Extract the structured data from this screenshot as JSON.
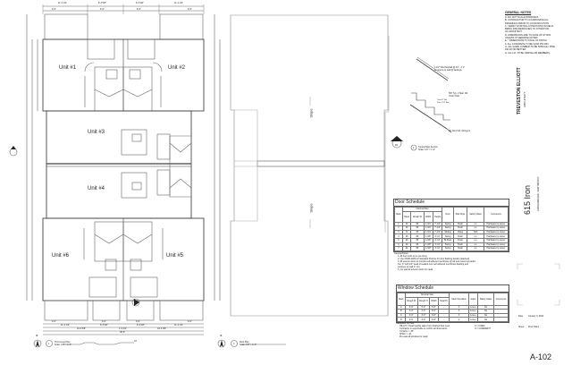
{
  "sheet": {
    "number": "A-102",
    "project_name": "615 Iron",
    "project_location": "ALBUQUERQUE, NEW MEXICO",
    "architect": "TREVESTON ELLIOTT",
    "architect_title": "ARCHITECT",
    "date_label": "Date:",
    "date_value": "January 3, 2022",
    "sheet_label": "Sheet:",
    "sheet_value": "Floor Plans"
  },
  "general_notes": {
    "title": "GENERAL NOTES",
    "items": [
      "A. DO NOT SCALE DRAWINGS",
      "B. CONTRACTOR TO COORDINATE ALL",
      "    DRAWINGS PRIOR TO CONSTRUCTION",
      "C. VERIFY EXISTING CONDITIONS IN FIELD.",
      "    BRING DISCREPANCIES TO ATTENTION",
      "    OF ARCHITECT",
      "D. DIMENSIONS ARE TO FACE OF STUDS",
      "    UNLESS OTHERWISE NOTED",
      "E. * DIMENSIONS TO FACE OF FINISH",
      "F. ALL CONCRETE TO BE 3,000 PSI MIN.",
      "G. ALL SAWN LUMBER TO BE SPRUCE / PINE",
      "    FIR #2 OR BETTER",
      "H. ALL LVL TO BE VERSALAM MEMBERS"
    ]
  },
  "plans": {
    "third_level": {
      "title": "Third Level Plan",
      "scale": "Scale: 1/4\" = 1'-0\"",
      "number": "1",
      "units": [
        "Unit #1",
        "Unit #2",
        "Unit #3",
        "Unit #4",
        "Unit #6",
        "Unit #5"
      ],
      "top_dims": [
        "11'-4 1/4\"",
        "8'-3 5/8\"",
        "8'-3 5/8\"",
        "11'-4 1/4\""
      ],
      "top_subdims": [
        "9'-6\"",
        "6'-6\"",
        "6'-6\"",
        "9'-6\""
      ],
      "bottom_dims": [
        "9'-6\"",
        "6'-6\"",
        "6'-6\"",
        "9'-6\""
      ],
      "bottom_subdims": [
        "11'-4 1/4\"",
        "8'-3 5/8\"",
        "8'-3 5/8\"",
        "11'-4 1/4\""
      ],
      "bottom_overall": [
        "19'-3 5/8\"",
        "1'-5 3/4\"",
        "19'-3 5/8\""
      ],
      "overall": "38'-6\"",
      "scale_bar": [
        "0",
        "2",
        "4",
        "8",
        "16'"
      ],
      "north": "N"
    },
    "roof": {
      "title": "Roof Plan",
      "scale": "Scale: 1/8\" = 1'-0\"",
      "number": "3",
      "slope_labels": [
        "Slope",
        "Slope"
      ],
      "north": "N"
    },
    "stair_section": {
      "title": "Typical Stair Section",
      "scale": "Scale: 1/2\" = 1'-0\"",
      "number": "2",
      "notes": [
        "1-1/2\" Dia Handrail @ 34\" - 3' 1\"",
        "w/ returns to wall @ landings",
        "5/8\" Typ. 2 Stair. Rd",
        "Under Stair",
        "Tread 11\" Min",
        "Riser 7 3/4\" Max",
        "(3) 2x12 Std. Stringers",
        "R2"
      ]
    }
  },
  "door_schedule": {
    "title": "Door Schedule",
    "group_header": "Nominal Size",
    "columns": [
      "Mark",
      "Hand",
      "Rough W",
      "Rough H",
      "Width",
      "Height",
      "Door",
      "Slab Style",
      "Safety Glass",
      "Comments"
    ],
    "rows": [
      [
        "1",
        "30",
        "80",
        "1-3/4\"",
        "7'-1/4\"",
        "Swing",
        "Flush",
        "no",
        "Hardware by owner"
      ],
      [
        "2",
        "30",
        "80",
        "1-3/4\"",
        "7'-1/4\"",
        "Swing",
        "Flush",
        "no",
        "Hardware by owner"
      ],
      [
        "3",
        "72",
        "80",
        "1-3/4\"",
        "7'-1/4\"",
        "Sliding",
        "Glass",
        "YES",
        "Hardware by owner"
      ],
      [
        "4",
        "28",
        "80",
        "1-3/8\"",
        "6'-11\"",
        "Swing",
        "Flush",
        "no",
        "Hardware by owner"
      ],
      [
        "5",
        "60",
        "80",
        "1-3/8\"",
        "6'-11\"",
        "Bi-Pass",
        "Flush",
        "no",
        "Hardware by owner"
      ],
      [
        "6",
        "30",
        "80",
        "1-3/8\"",
        "6'-11\"",
        "Swing",
        "Flush",
        "no",
        "Hardware by owner"
      ],
      [
        "7",
        "24",
        "80",
        "1-3/8\"",
        "6'-11\"",
        "Swing",
        "Flush",
        "no",
        "Hardware by owner"
      ]
    ],
    "notes_title": "General Notes:",
    "notes": [
      "1. All door units to be pre-hung",
      "2. Use DSMA AWS-12 Standard Practice for door flashing details (attached)",
      "3. All exterior doors to provide self adhered membrane @ sill and extend up jambs",
      "    min. 6\" with 1/4\" bead of sealant over self adhered membrane flashing and",
      "    continue up wall 1\" min.",
      "4. pre seal all exterior doors for caulk"
    ]
  },
  "window_schedule": {
    "title": "Window Schedule",
    "group_header": "Nominal Size",
    "columns": [
      "Mark",
      "Rough W",
      "Rough H",
      "Width",
      "Head Ht",
      "Sash Operation",
      "Glass",
      "Safety Glass",
      "Comments"
    ],
    "rows": [
      [
        "A",
        "3'-0\"",
        "5'-0\"",
        "6'-8\"",
        "-",
        "X",
        "Low-e",
        "No",
        ""
      ],
      [
        "B",
        "2'-0\"",
        "4'-0\"",
        "6'-8\"",
        "-",
        "X",
        "Low-e",
        "No",
        ""
      ],
      [
        "C",
        "3'-0\"",
        "3'-0\"",
        "6'-8\"",
        "-",
        "X",
        "Low-e",
        "No",
        ""
      ],
      [
        "D",
        "2'-0\"",
        "3'-0\"",
        "6'-8\"",
        "-",
        "X",
        "Low-e",
        "No",
        ""
      ]
    ],
    "notes_title": "GENERAL NOTES:",
    "notes": [
      "HB-AH = Head heights taken from finished floor level",
      "Contractor is responsible to confirm all dimensions",
      "U-Factor = .35",
      "SHGC = .40",
      "Pre-seal all windows for caulk"
    ],
    "legend": [
      "X   = FIXED",
      "O   = CASEMENT"
    ]
  }
}
